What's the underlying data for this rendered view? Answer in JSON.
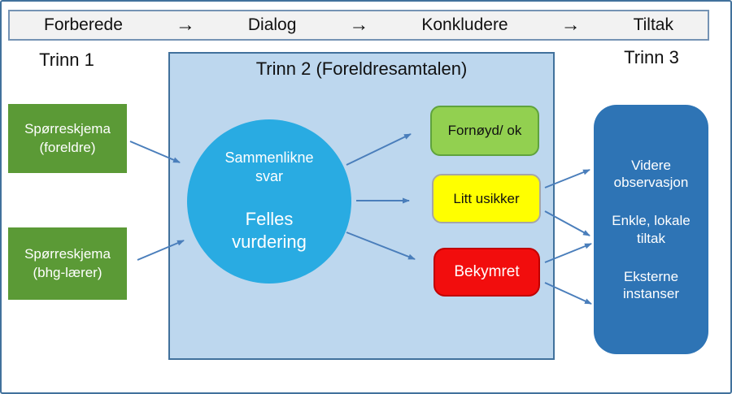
{
  "topbar": {
    "steps": [
      "Forberede",
      "Dialog",
      "Konkludere",
      "Tiltak"
    ],
    "arrow_glyph": "→"
  },
  "labels": {
    "trinn1": "Trinn 1",
    "trinn3": "Trinn 3"
  },
  "stage1": {
    "box1": "Spørreskjema (foreldre)",
    "box2": "Spørreskjema (bhg-lærer)"
  },
  "stage2": {
    "title": "Trinn 2 (Foreldresamtalen)",
    "circle_line1": "Sammenlikne svar",
    "circle_line2": "Felles vurdering"
  },
  "outcomes": {
    "ok": "Fornøyd/ ok",
    "unsure": "Litt usikker",
    "worried": "Bekymret"
  },
  "stage3": {
    "item1": "Videre observasjon",
    "item2": "Enkle, lokale tiltak",
    "item3": "Eksterne instanser"
  },
  "colors": {
    "questionnaire_green": "#5B9A36",
    "circle_blue": "#29ABE2",
    "panel_light_blue": "#BDD7EE",
    "panel_border_blue": "#41719C",
    "outcome_ok_green": "#92D050",
    "outcome_unsure_yellow": "#FFFF00",
    "outcome_worried_red": "#F20D0D",
    "stage3_blue": "#2E74B5",
    "arrow_blue": "#4A7EBB",
    "topbar_gray": "#F2F2F2"
  }
}
